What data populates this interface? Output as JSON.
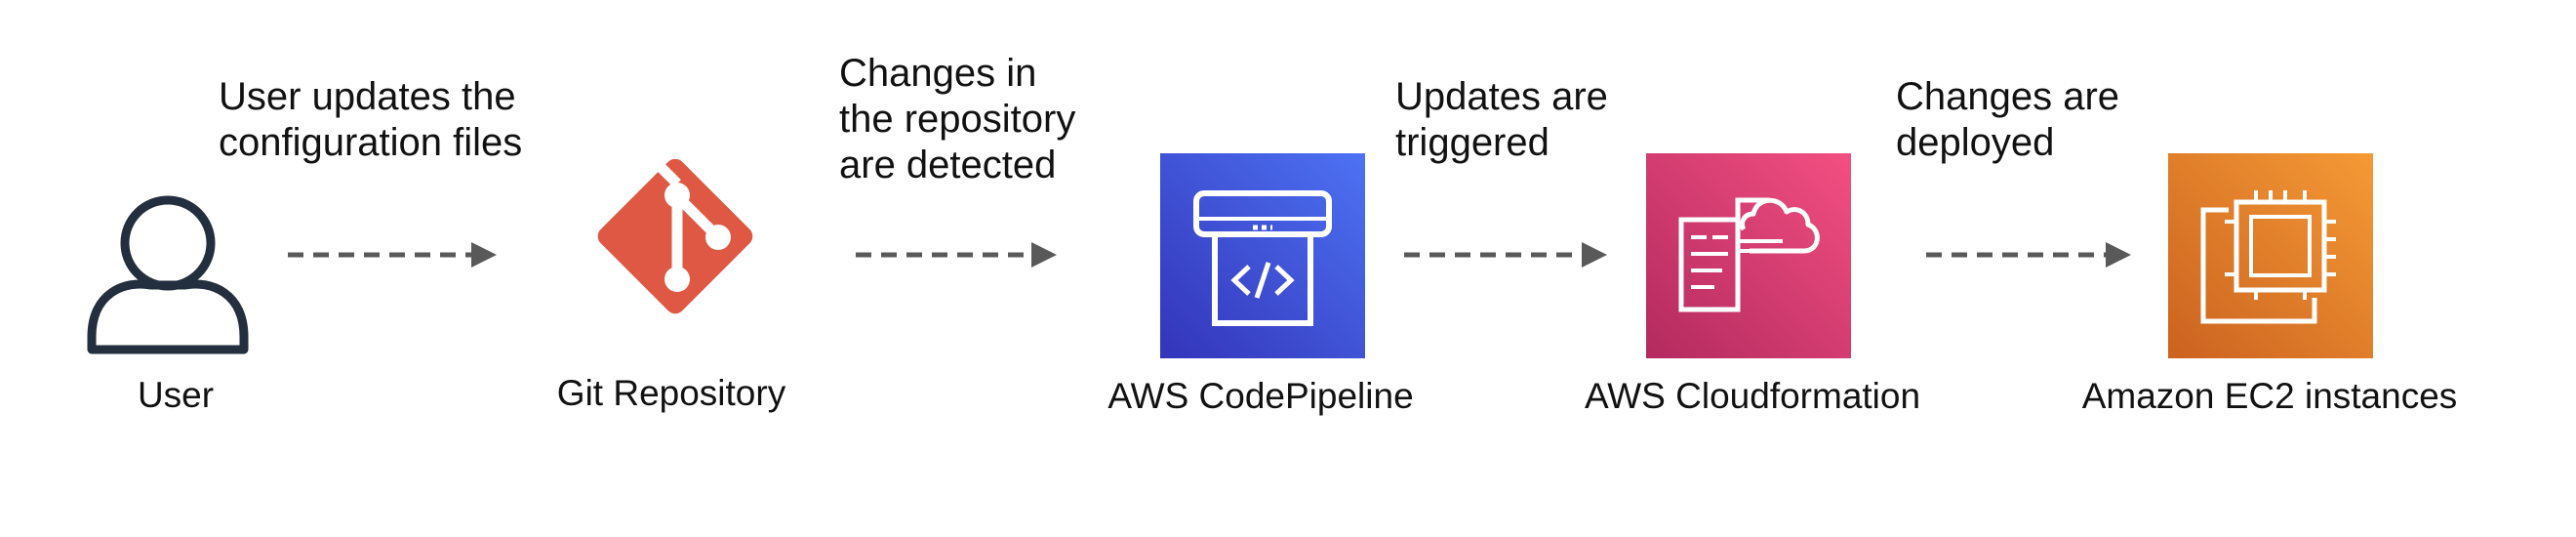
{
  "steps": {
    "user_updates": "User updates the\nconfiguration files",
    "changes_detected": "Changes in\nthe repository\nare detected",
    "updates_triggered": "Updates are\ntriggered",
    "changes_deployed": "Changes are\ndeployed"
  },
  "nodes": {
    "user": "User",
    "git": "Git Repository",
    "codepipeline": "AWS CodePipeline",
    "cloudformation": "AWS Cloudformation",
    "ec2": "Amazon EC2 instances"
  },
  "icons": {
    "user": "user-icon",
    "git": "git-icon",
    "codepipeline": "codepipeline-icon",
    "cloudformation": "cloudformation-icon",
    "ec2": "ec2-icon",
    "arrow": "dashed-arrow-icon"
  },
  "colors": {
    "git": "#de5843",
    "codepipeline_top": "#4d72f3",
    "codepipeline_bottom": "#3334b9",
    "cloudformation_top": "#f34f82",
    "cloudformation_bottom": "#b32a5e",
    "ec2_top": "#f59a35",
    "ec2_bottom": "#cb6220",
    "arrow": "#595959",
    "user_stroke": "#232f3e"
  }
}
